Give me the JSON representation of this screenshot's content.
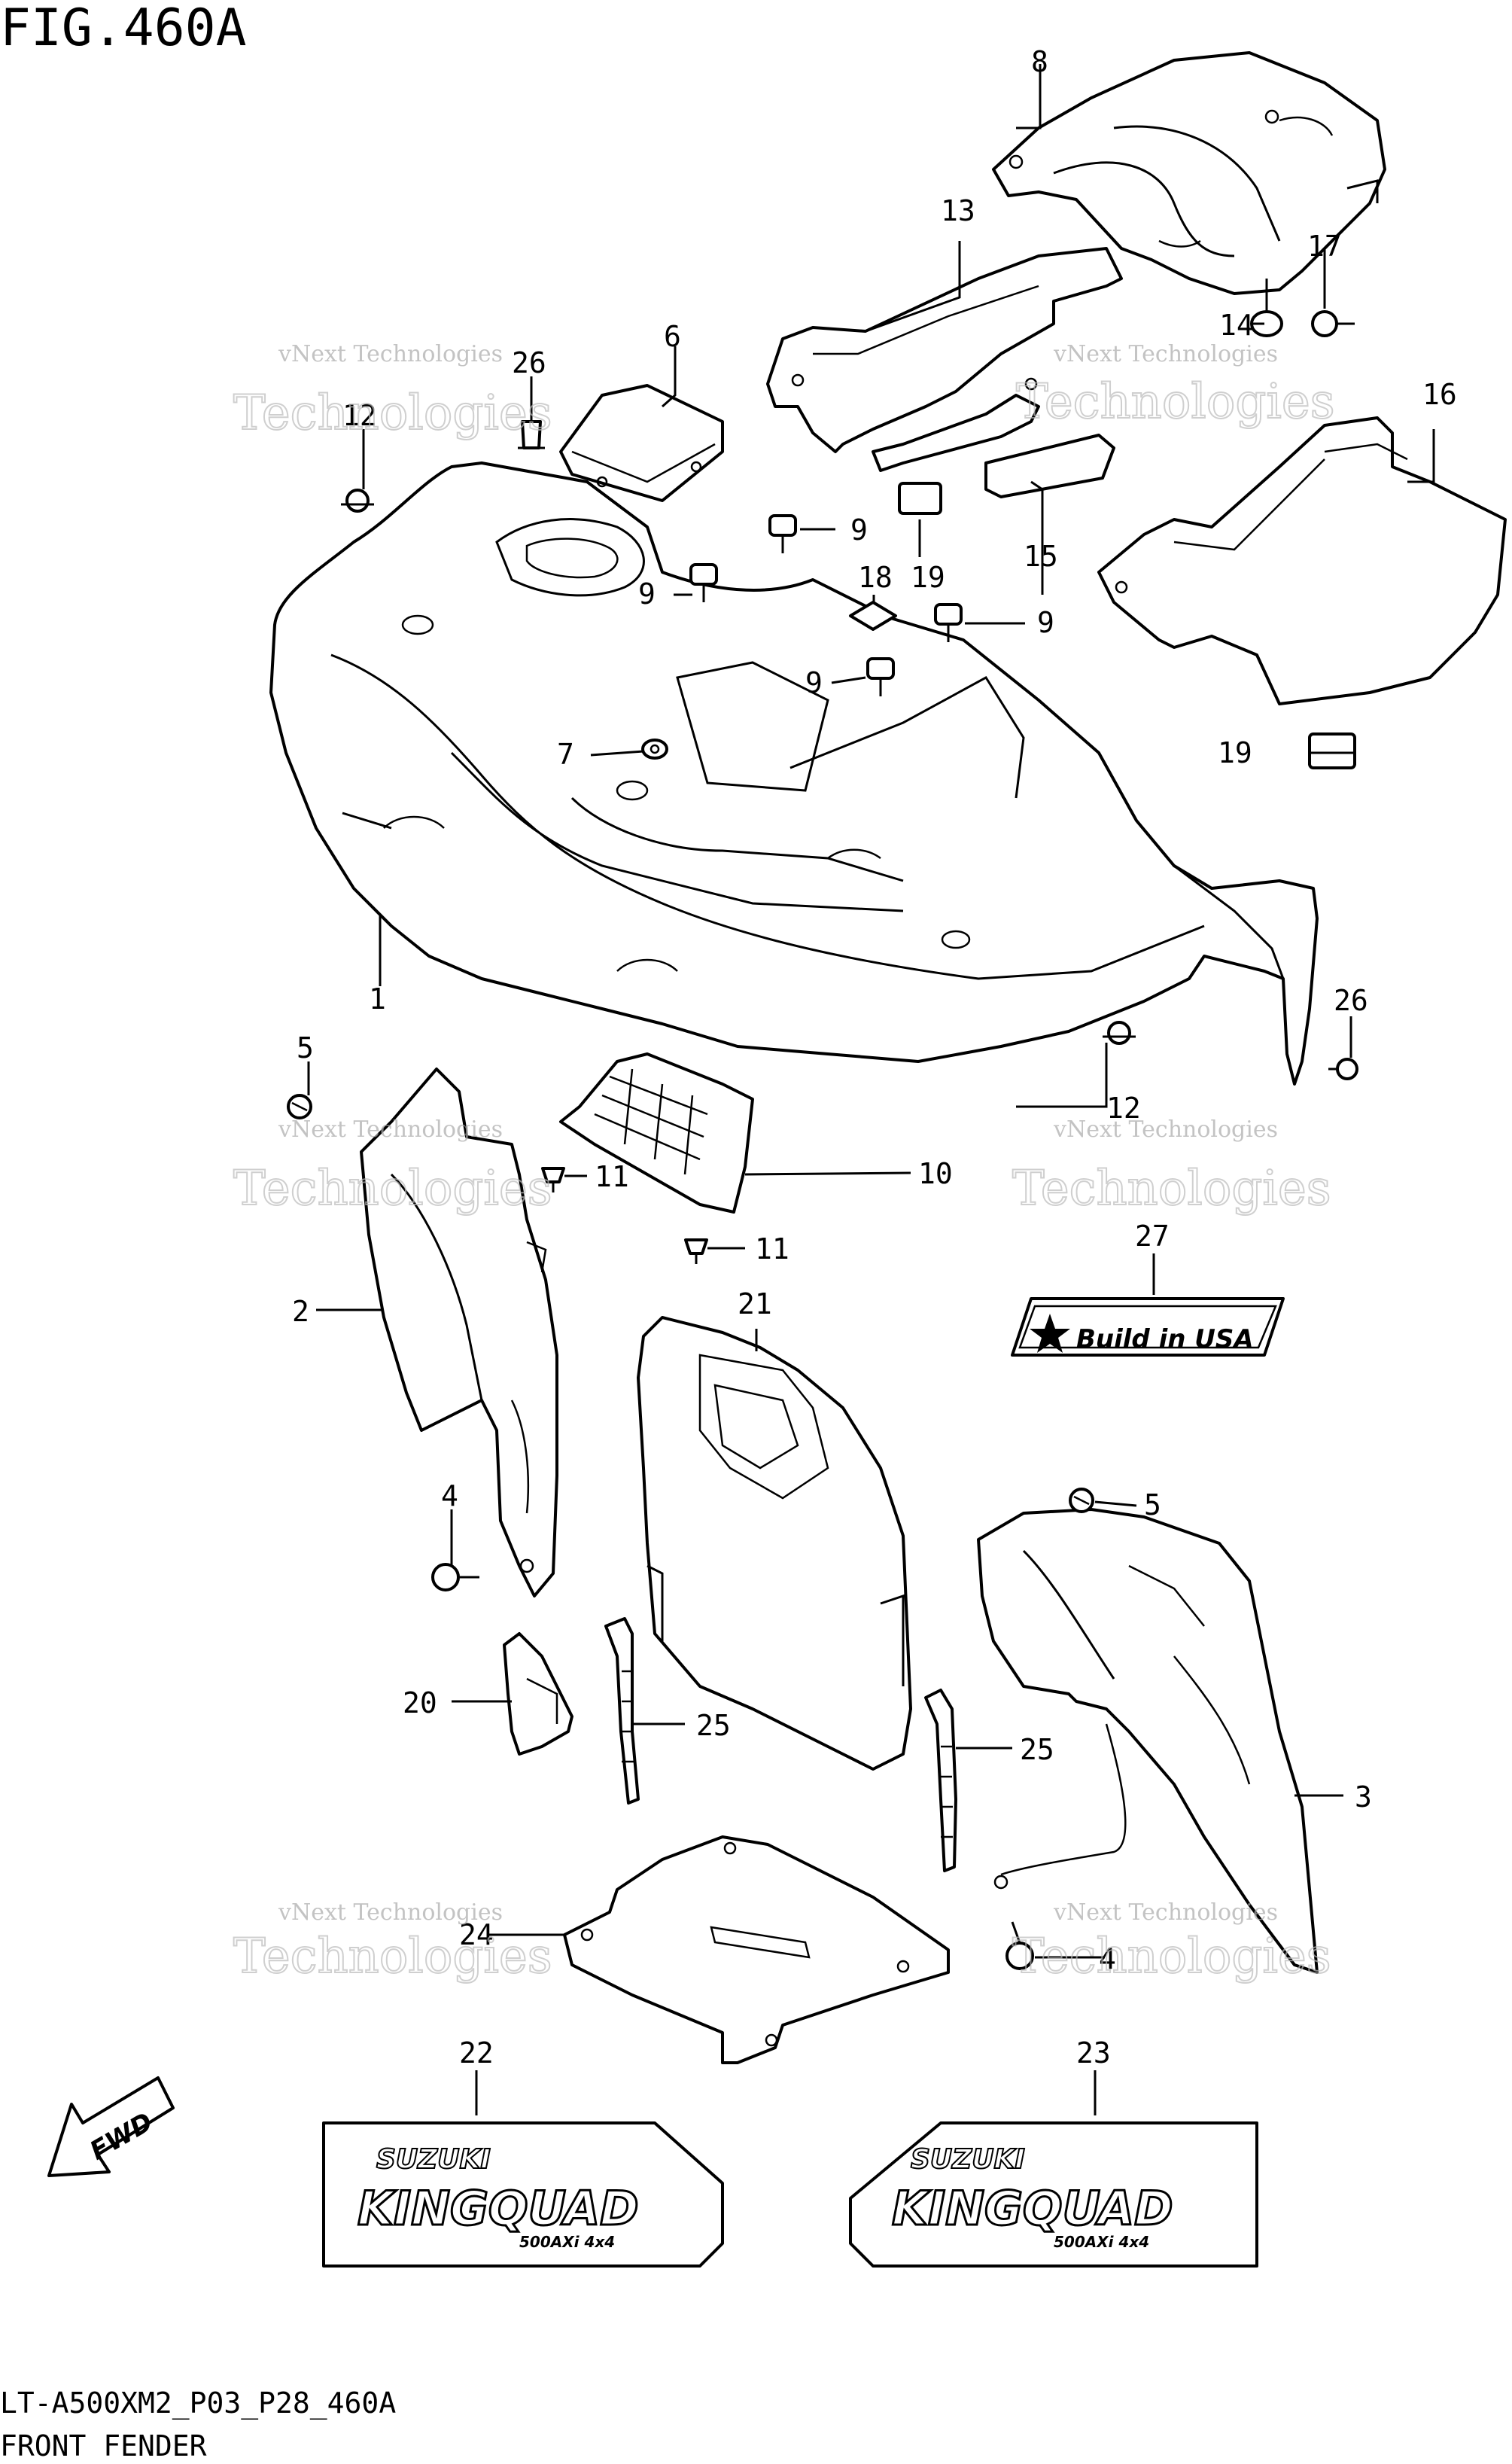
{
  "figure": {
    "title": "FIG.460A",
    "code": "LT-A500XM2_P03_P28_460A",
    "name": "FRONT FENDER"
  },
  "watermark": {
    "line1": "vNext Technologies",
    "line2": "Technologies",
    "line3": "vNext"
  },
  "callouts": {
    "c1": "1",
    "c2": "2",
    "c3": "3",
    "c4a": "4",
    "c4b": "4",
    "c5a": "5",
    "c5b": "5",
    "c6": "6",
    "c7": "7",
    "c8": "8",
    "c9a": "9",
    "c9b": "9",
    "c9c": "9",
    "c9d": "9",
    "c10": "10",
    "c11a": "11",
    "c11b": "11",
    "c12a": "12",
    "c12b": "12",
    "c13": "13",
    "c14": "14",
    "c15": "15",
    "c16": "16",
    "c17": "17",
    "c18": "18",
    "c19a": "19",
    "c19b": "19",
    "c20": "20",
    "c21": "21",
    "c22": "22",
    "c23": "23",
    "c24": "24",
    "c25a": "25",
    "c25b": "25",
    "c26a": "26",
    "c26b": "26",
    "c27": "27"
  },
  "decals": {
    "build_in_usa": "Build in USA",
    "brand": "SUZUKI",
    "model": "KINGQUAD",
    "model_sub": "500AXi 4x4",
    "fwd": "FWD"
  }
}
